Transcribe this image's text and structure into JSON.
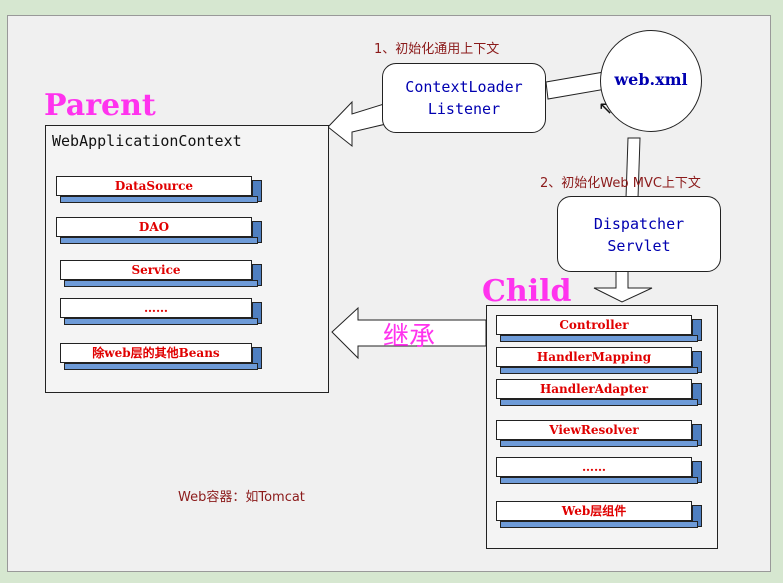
{
  "parent_label": "Parent",
  "child_label": "Child",
  "parent_context": {
    "title": "WebApplicationContext",
    "beans": [
      "DataSource",
      "DAO",
      "Service",
      "……",
      "除web层的其他Beans"
    ]
  },
  "child_context": {
    "beans": [
      "Controller",
      "HandlerMapping",
      "HandlerAdapter",
      "ViewResolver",
      "……",
      "Web层组件"
    ]
  },
  "context_loader": {
    "line1": "ContextLoader",
    "line2": "Listener"
  },
  "dispatcher": {
    "line1": "Dispatcher",
    "line2": "Servlet"
  },
  "webxml": "web.xml",
  "step1": "1、初始化通用上下文",
  "step2": "2、初始化Web MVC上下文",
  "inherit": "继承",
  "container": "Web容器：如Tomcat",
  "colors": {
    "title": "#ff33ee",
    "bean_text": "#e00000",
    "listener_text": "#0000b0",
    "bean_side": "#4f7fc0"
  }
}
